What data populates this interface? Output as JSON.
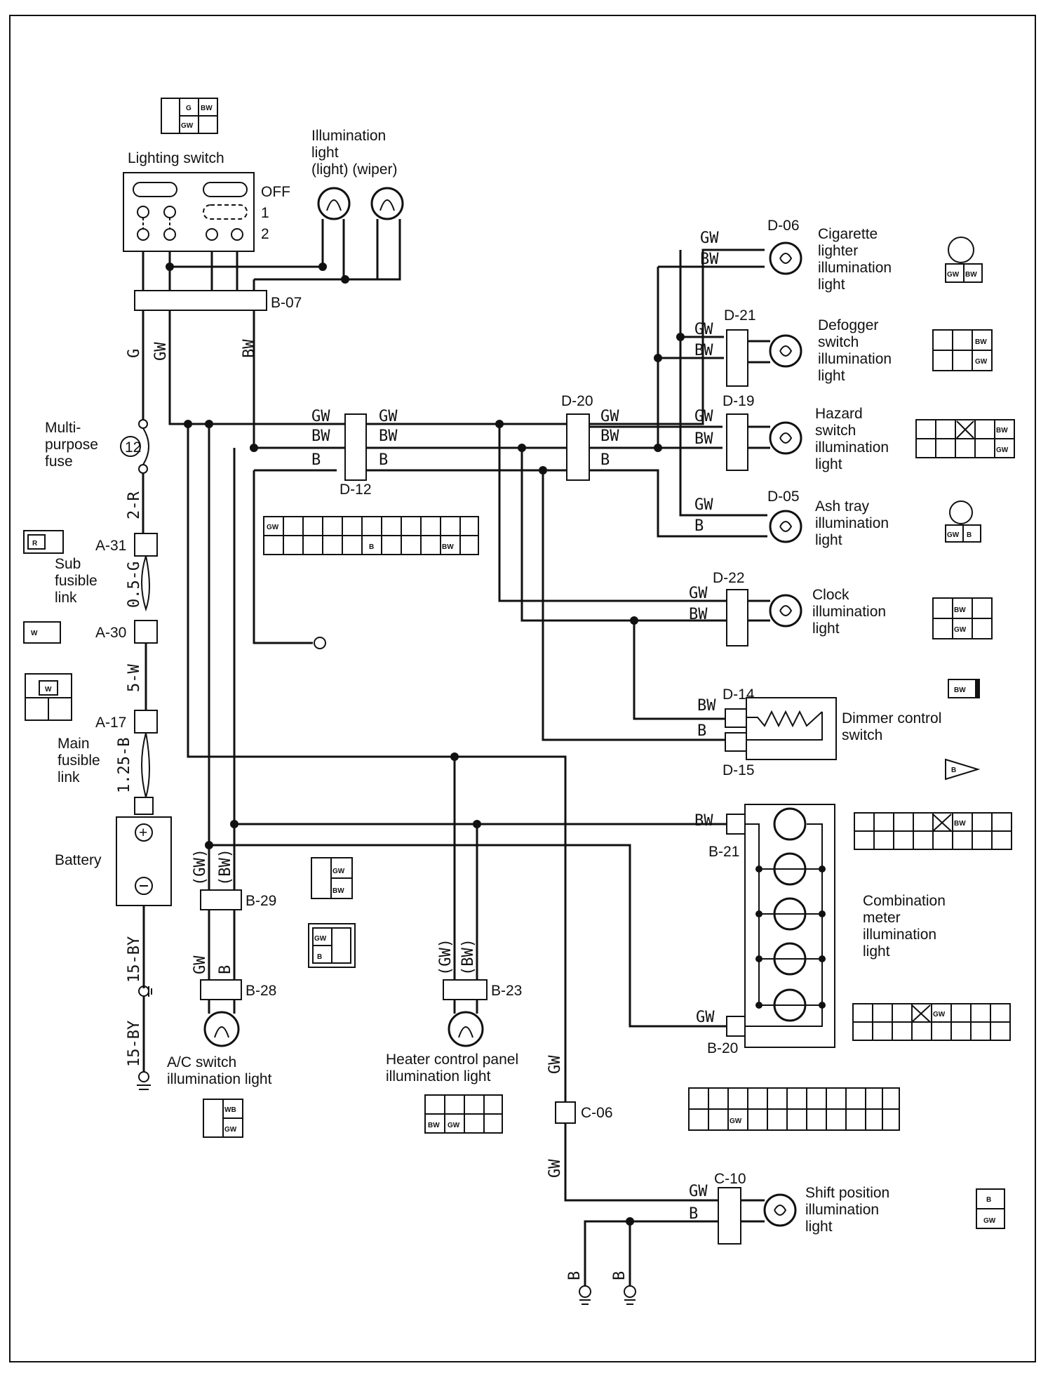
{
  "lighting_switch": {
    "title": "Lighting switch",
    "positions": [
      "OFF",
      "1",
      "2"
    ]
  },
  "illumination_light_title": [
    "Illumination",
    "light",
    "(light) (wiper)"
  ],
  "connectors": {
    "B07": "B-07",
    "D12": "D-12",
    "D20": "D-20",
    "D06": "D-06",
    "D21": "D-21",
    "D19": "D-19",
    "D05": "D-05",
    "D22": "D-22",
    "D14": "D-14",
    "D15": "D-15",
    "B21": "B-21",
    "B20": "B-20",
    "B29": "B-29",
    "B28": "B-28",
    "B23": "B-23",
    "C06": "C-06",
    "C10": "C-10",
    "A31": "A-31",
    "A30": "A-30",
    "A17": "A-17"
  },
  "components": {
    "multipurpose_fuse": [
      "Multi-",
      "purpose",
      "fuse"
    ],
    "fuse_number": "12",
    "sub_fusible_link": [
      "Sub",
      "fusible",
      "link"
    ],
    "main_fusible_link": [
      "Main",
      "fusible",
      "link"
    ],
    "battery": "Battery",
    "cigarette": [
      "Cigarette",
      "lighter",
      "illumination",
      "light"
    ],
    "defogger": [
      "Defogger",
      "switch",
      "illumination",
      "light"
    ],
    "hazard": [
      "Hazard",
      "switch",
      "illumination",
      "light"
    ],
    "ashtray": [
      "Ash tray",
      "illumination",
      "light"
    ],
    "clock": [
      "Clock",
      "illumination",
      "light"
    ],
    "dimmer": [
      "Dimmer control",
      "switch"
    ],
    "combination": [
      "Combination",
      "meter",
      "illumination",
      "light"
    ],
    "ac_switch": [
      "A/C switch",
      "illumination light"
    ],
    "heater": [
      "Heater control panel",
      "illumination light"
    ],
    "shift": [
      "Shift position",
      "illumination",
      "light"
    ]
  },
  "wire_colors": {
    "G": "G",
    "GW": "GW",
    "BW": "BW",
    "B": "B",
    "GW_paren": "(GW)",
    "BW_paren": "(BW)",
    "two_R": "2-R",
    "half_G": "0.5-G",
    "five_W": "5-W",
    "main_B": "1.25-B",
    "bat_BY": "15-BY",
    "gnd_BY": "15-BY"
  },
  "pin_labels": {
    "G": "G",
    "GW": "GW",
    "BW": "BW",
    "B": "B",
    "R": "R",
    "W": "W",
    "WB": "WB"
  }
}
